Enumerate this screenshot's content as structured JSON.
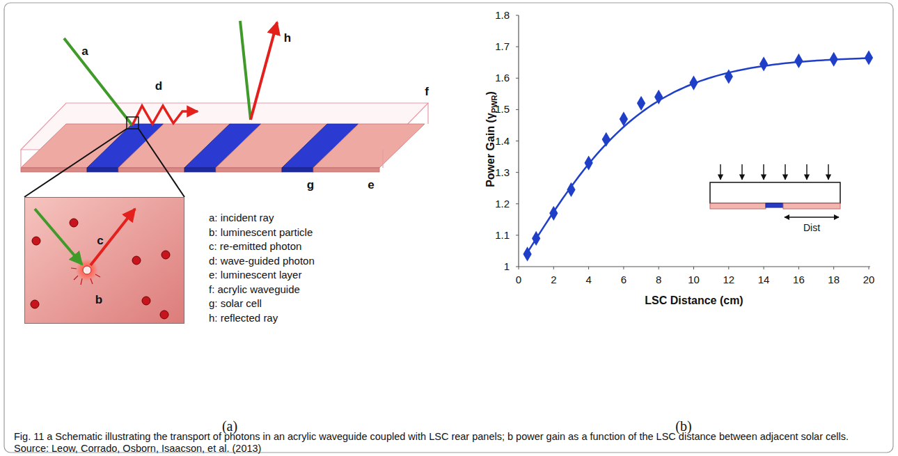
{
  "diagram": {
    "caption": "Fig. 11 a Schematic illustrating the transport of photons in an acrylic waveguide coupled with LSC rear panels; b power gain as a function of the LSC distance between adjacent solar cells. Source: Leow, Corrado, Osborn, Isaacson, et al. (2013)",
    "nodes": [
      {
        "text": [
          "b",
          "c"
        ]
      }
    ],
    "labels": [
      "a",
      "d",
      "h",
      "f",
      "g",
      "e",
      "a: incident ray",
      "b: luminescent particle",
      "c: re-emitted photon",
      "d: wave-guided photon",
      "e: luminescent layer",
      "f: acrylic waveguide",
      "g: solar cell",
      "h: reflected ray",
      "(a)",
      "(b)",
      "1.8",
      "1.7",
      "1.6",
      "1.5",
      "1.4",
      "1.3",
      "1.2",
      "1.1",
      "1",
      "0",
      "2",
      "4",
      "6",
      "8",
      "10",
      "12",
      "14",
      "16",
      "18",
      "20",
      "Power Gain (γ",
      "PWR",
      ")",
      "LSC Distance (cm)",
      "Dist"
    ]
  }
}
